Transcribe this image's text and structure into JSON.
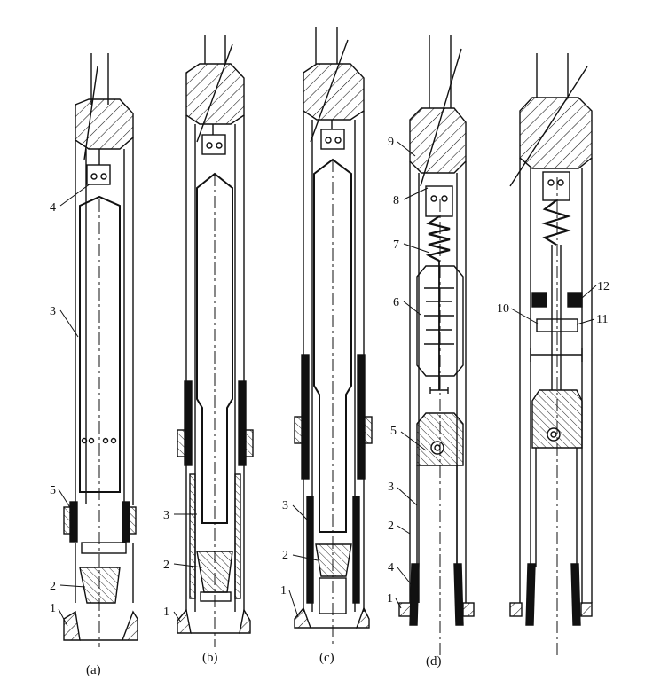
{
  "figure": {
    "captions": [
      "(a)",
      "(b)",
      "(c)",
      "(d)"
    ],
    "labels": {
      "a": [
        "4",
        "3",
        "5",
        "2",
        "1"
      ],
      "b": [
        "3",
        "2",
        "1"
      ],
      "c": [
        "3",
        "2",
        "1"
      ],
      "d": [
        "9",
        "8",
        "7",
        "6",
        "5",
        "3",
        "2",
        "4",
        "1"
      ],
      "e": [
        "12",
        "10",
        "11"
      ]
    }
  },
  "colors": {
    "ink": "#111111",
    "paper": "#ffffff"
  }
}
